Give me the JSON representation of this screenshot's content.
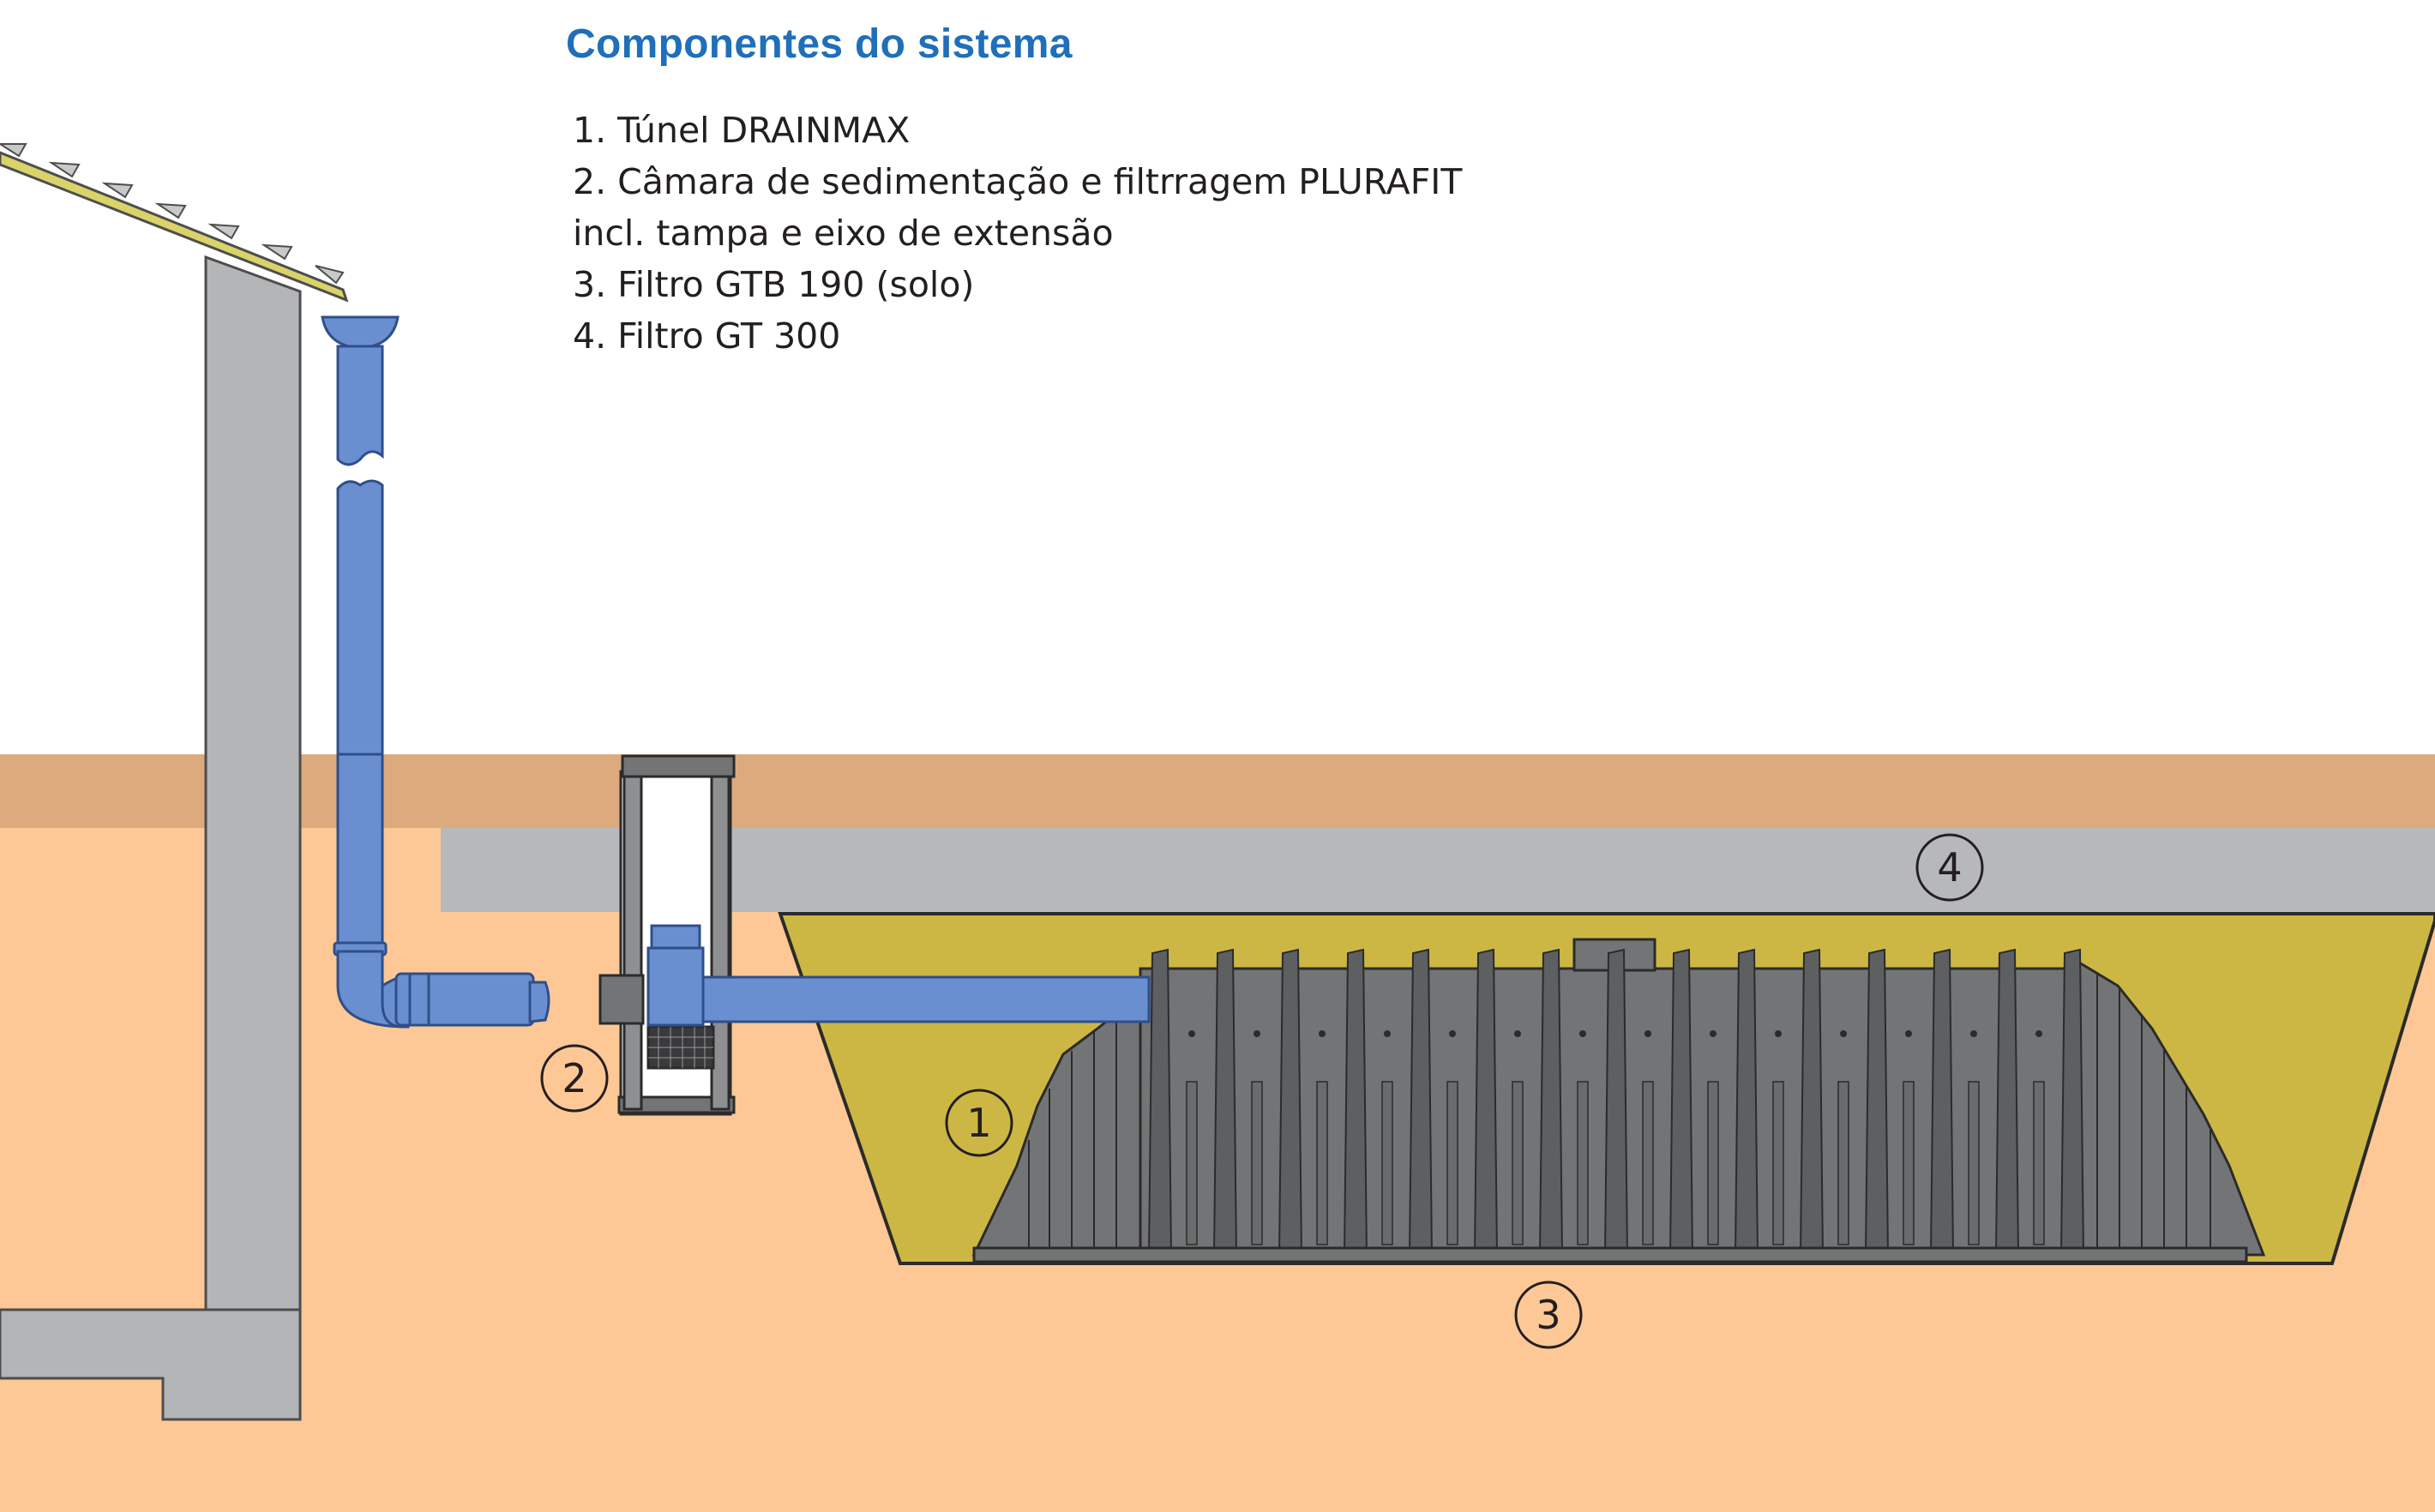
{
  "title": "Componentes do sistema",
  "legend": [
    "1. Túnel DRAINMAX",
    "2. Câmara de sedimentação e filtrragem PLURAFIT",
    "incl. tampa e eixo de extensão",
    "3. Filtro GTB 190 (solo)",
    "4. Filtro GT 300"
  ],
  "callouts": [
    {
      "id": "callout-1",
      "label": "1",
      "component": "Túnel DRAINMAX"
    },
    {
      "id": "callout-2",
      "label": "2",
      "component": "Câmara de sedimentação e filtrragem PLURAFIT"
    },
    {
      "id": "callout-3",
      "label": "3",
      "component": "Filtro GTB 190 (solo)"
    },
    {
      "id": "callout-4",
      "label": "4",
      "component": "Filtro GT 300"
    }
  ],
  "colors": {
    "title": "#1f6fba",
    "soil_top": "#ddaa7e",
    "soil": "#fdc895",
    "pipe": "#6a8fd0",
    "pipe_stroke": "#2f4f8a",
    "wall": "#b4b5b7",
    "gravel": "#cdb744",
    "tunnel": "#737476",
    "geotextile": "#b6b8bb",
    "roof": "#d9d36a"
  }
}
